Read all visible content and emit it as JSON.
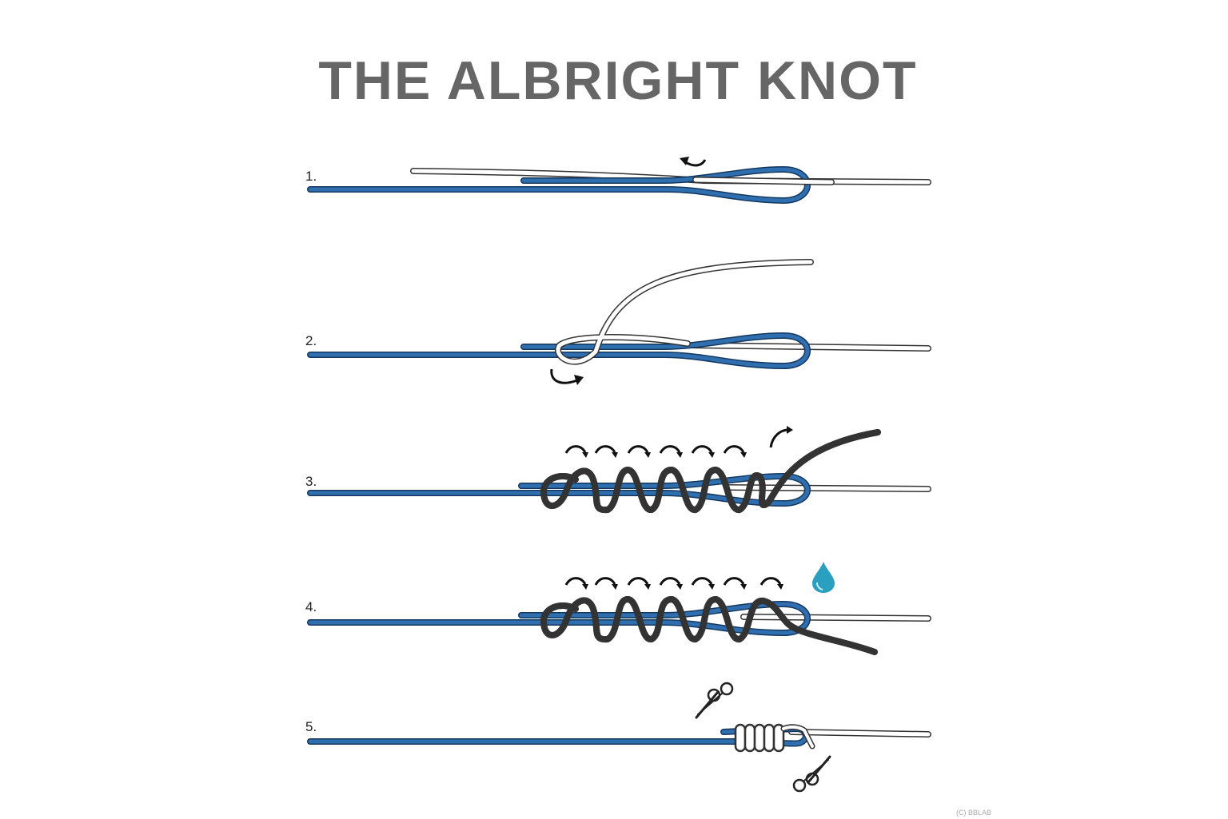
{
  "title": "THE ALBRIGHT KNOT",
  "steps": [
    "1.",
    "2.",
    "3.",
    "4.",
    "5."
  ],
  "credit": "(C) BBLAB",
  "colors": {
    "blue_line": "#2f6fb0",
    "blue_outline": "#14375e",
    "white_line": "#ffffff",
    "outline": "#333333",
    "title": "#666666",
    "drop": "#2a9fc0",
    "arrow": "#111111"
  },
  "icons": [
    "curved-arrow-icon",
    "water-drop-icon",
    "scissors-icon"
  ]
}
